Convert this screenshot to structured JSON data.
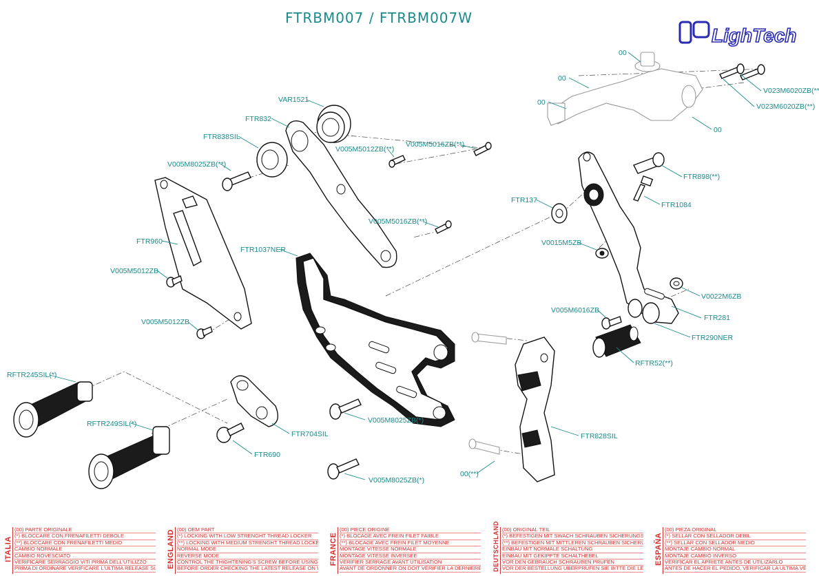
{
  "title": "FTRBM007 / FTRBM007W",
  "brand": "LighTech",
  "labels": {
    "l00a": "00",
    "l00b": "00",
    "l00c": "00",
    "l00d": "00",
    "v023a": "V023M6020ZB(**)",
    "v023b": "V023M6020ZB(**)",
    "var1521": "VAR1521",
    "ftr832": "FTR832",
    "ftr838sil": "FTR838SIL",
    "v005m8025zb_top": "V005M8025ZB(**)",
    "v005m5012zb_top": "V005M5012ZB(**)",
    "v005m5016zb_top": "V005M5016ZB(**)",
    "ftr898": "FTR898(**)",
    "ftr1084": "FTR1084",
    "ftr137": "FTR137",
    "v005m5016zb_mid": "V005M5016ZB(**)",
    "ftr960": "FTR960",
    "ftr1037ner": "FTR1037NER",
    "v0015m5zb": "V0015M5ZB",
    "v005m5012zb_left": "V005M5012ZB",
    "v0022m6zb": "V0022M6ZB",
    "v005m6016zb": "V005M6016ZB",
    "ftr281": "FTR281",
    "v005m5012zb_low": "V005M5012ZB",
    "ftr290ner": "FTR290NER",
    "rftr52": "RFTR52(**)",
    "rftr245sil": "RFTR245SIL(*)",
    "rftr249sil": "RFTR249SIL(*)",
    "v005m8025zb_mid": "V005M8025ZB(*)",
    "ftr704sil": "FTR704SIL",
    "ftr828sil": "FTR828SIL",
    "ftr690": "FTR690",
    "l00star": "00(**)",
    "v005m8025zb_bot": "V005M8025ZB(*)"
  },
  "legend": [
    {
      "country": "ITALIA",
      "lines": [
        "(00) PARTE ORIGINALE",
        "(*)   BLOCCARE CON FRENAFILETTI DEBOLE",
        "(**)  BLOCCARE CON FRENAFILETTI MEDIO",
        "CAMBIO NORMALE",
        "CAMBIO ROVESCIATO",
        "VERIFICARE SERRAGGIO VITI PRIMA DELL'UTILIZZO",
        "PRIMA DI ORDINARE VERIFICARE L'ULTIMA RELEASE SUL SITO"
      ]
    },
    {
      "country": "ENGLAND",
      "lines": [
        "(00) OEM PART",
        "(*)   LOCKING WITH LOW STRENGHT THREAD LOCKER",
        "(**)  LOCKING WITH MEDIUM STRENGHT THREAD LOCKER",
        "NORMAL MODE",
        "REVERSE MODE",
        "CONTROL THE THIGHTENING'S SCREW BEFORE USING",
        "BEFORE ORDER CHECKING THE LATEST RELEASE ON WEBSITE"
      ]
    },
    {
      "country": "FRANCE",
      "lines": [
        "(00) PIECE ORIGINE",
        "(*)   BLOCAGE AVEC FREIN FILET FAIBLE",
        "(**)  BLOCAGE AVEC FREIN FILET MOYENNE",
        "MONTAGE VITESSE NORMALE",
        "MONTAGE VITESSE INVERSEE",
        "VERIFIER SERRAGE AVANT UTILISATION",
        "AVANT DE ORDONNER ON DOIT VÉRIFIER LA DERNIERE RELEASE SUR LE SITE INTERNET"
      ]
    },
    {
      "country": "DEUTSCHLAND",
      "lines": [
        "(00) ORIGINAL TEIL",
        "(*)   BEFESTIGEN MIT SWACH SCHRAUBEN SICHERUNGSMITTEL",
        "(**)  BEFESTIGEN MIT MITTLEREN SCHRAUBEN SICHERUNGSMITTEL",
        "EINBAU MIT NORMALE SCHALTUNG",
        "EINBAU MIT GEKIPPTE SCHALTHEBEL",
        "VOR DEN GEBRAUCH SCHRAUBEN PRUFEN",
        "VOR DER BESTELLUNG ÜBERPRÜFEN SIE BITTE DIE LETZTE VERSION DIESER ARTIKEL AUF DER INTERNET SEITE VON LIGHTECH"
      ]
    },
    {
      "country": "ESPAÑA",
      "lines": [
        "(00) PIEZA ORIGINAL",
        "(*)   SELLAR CON SELLADOR DEBIL",
        "(**)  SELLAR CON SELLADOR MEDIO",
        "MONTAJE  CAMBIO NORMAL",
        "MONTAJE CAMBIO INVERSO",
        "VERIFICAR EL APRIETE ANTES DE UTILIZARLO",
        "ANTES DE HACER EL PEDIDO, VERIFICAR LA ULTIMA VERSION EN LA WEB LIGHTECH"
      ]
    }
  ]
}
